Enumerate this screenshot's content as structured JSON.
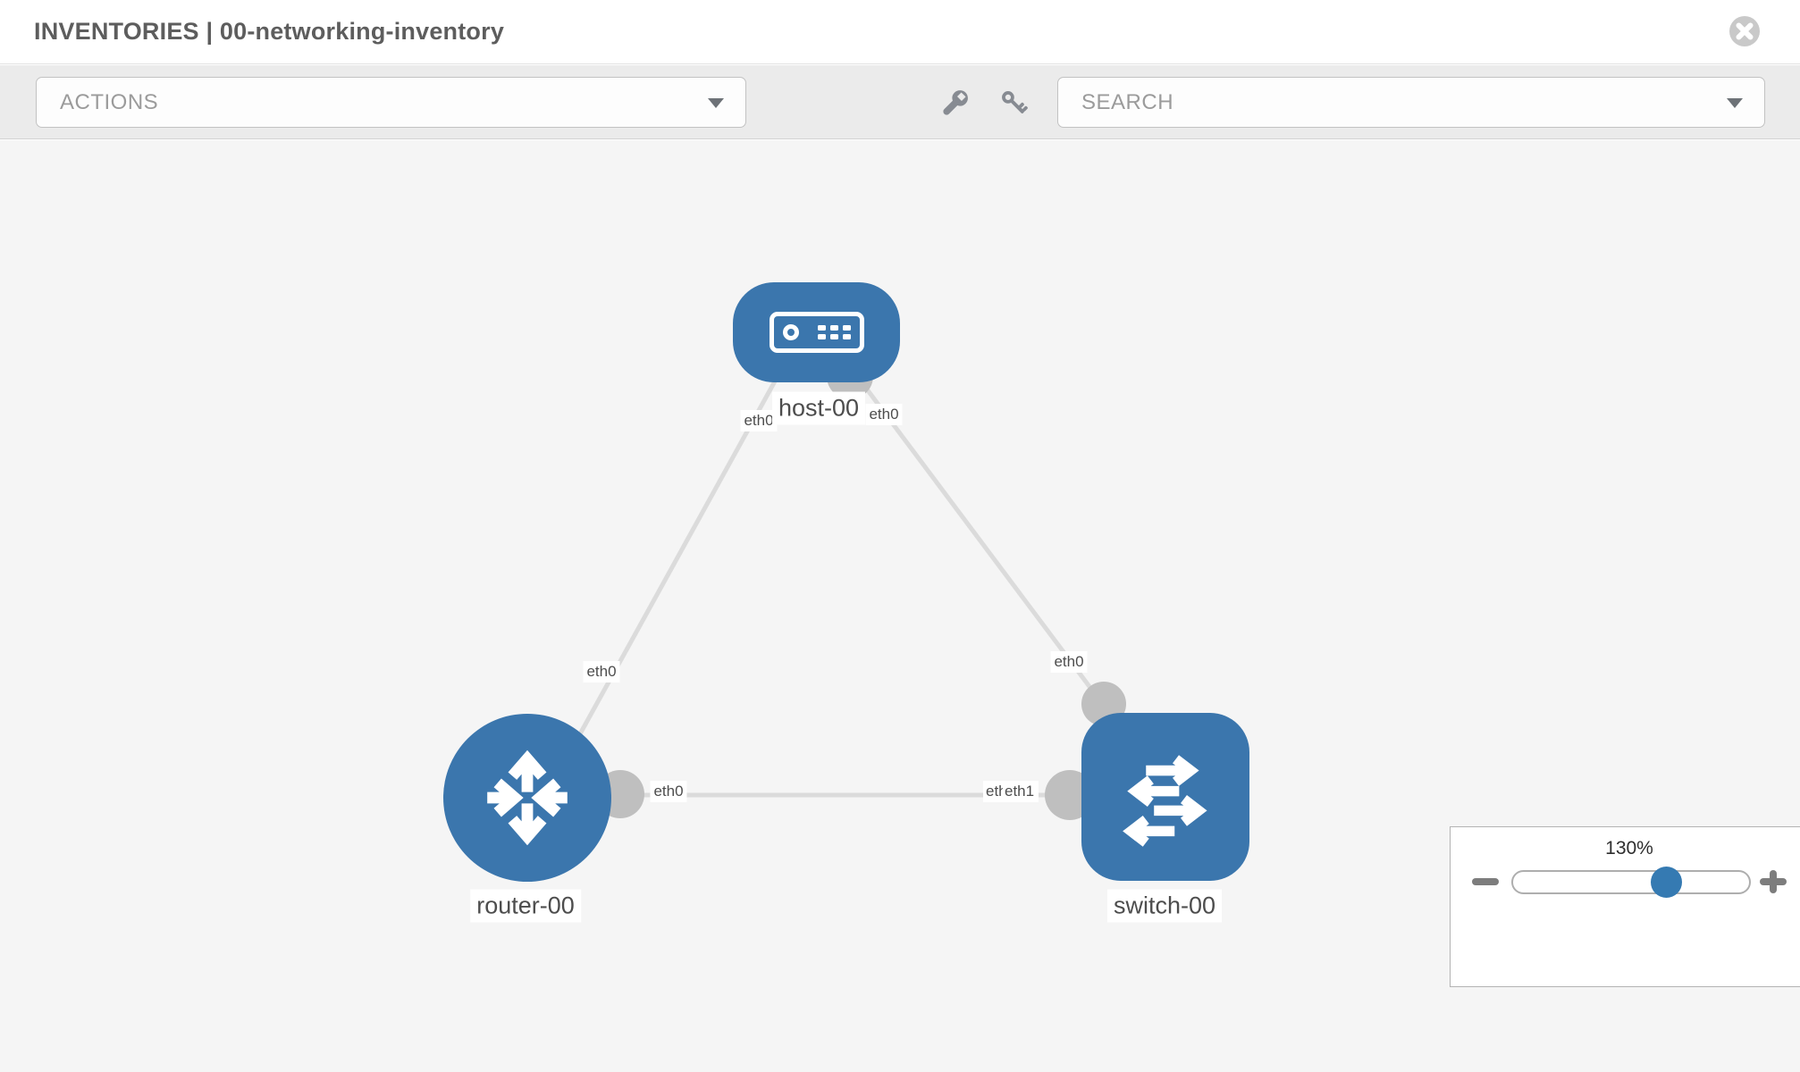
{
  "header": {
    "title": "INVENTORIES | 00-networking-inventory"
  },
  "toolbar": {
    "actions": {
      "placeholder": "ACTIONS"
    },
    "search": {
      "placeholder": "SEARCH"
    },
    "tools": [
      {
        "icon": "wrench-icon"
      },
      {
        "icon": "key-icon"
      }
    ]
  },
  "topology": {
    "nodes": [
      {
        "label": "host-00",
        "type": "host"
      },
      {
        "label": "router-00",
        "type": "router"
      },
      {
        "label": "switch-00",
        "type": "switch"
      }
    ],
    "links": [
      {
        "from": "host-00",
        "to": "router-00",
        "from_interface": "eth0",
        "to_interface": "eth0"
      },
      {
        "from": "host-00",
        "to": "switch-00",
        "from_interface": "eth0",
        "to_interface": "eth0"
      },
      {
        "from": "router-00",
        "to": "switch-00",
        "from_interface": "eth0",
        "to_interface": "eth1",
        "to_interface_overlapped": "eth1"
      }
    ]
  },
  "zoom": {
    "value": "130%",
    "percent": 65
  },
  "colors": {
    "node_blue": "#3b76ad",
    "slider_handle_blue": "#357ab2",
    "link_gray": "#dbdbdb",
    "connector_gray": "#bfbfbf",
    "canvas_bg": "#f5f5f5",
    "toolbar_bg": "#ebebeb"
  }
}
